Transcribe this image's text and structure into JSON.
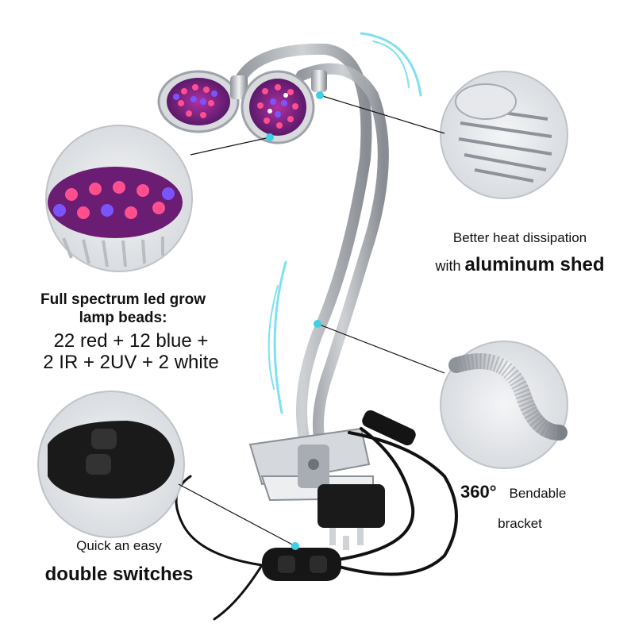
{
  "image": {
    "subject": "Dual-head LED grow lamp on gooseneck arms with clip mount and inline switch",
    "colors": {
      "background": "#ffffff",
      "accent_cyan": "#3fd0e6",
      "led_red": "#ff2f7a",
      "led_blue": "#6a3cff",
      "metal": "#c9ccd1",
      "cable": "#111111"
    }
  },
  "callouts": {
    "heat": {
      "line1": "Better heat dissipation",
      "line2_prefix": "with ",
      "line2_bold": "aluminum shed"
    },
    "beads": {
      "title_line1": "Full spectrum led grow",
      "title_line2": "lamp beads:",
      "line3": "22 red + 12 blue +",
      "line4": "2 IR + 2UV + 2 white"
    },
    "bracket": {
      "angle": "360°",
      "word1": "Bendable",
      "word2": "bracket"
    },
    "switch": {
      "line1": "Quick an easy",
      "line2": "double switches"
    }
  }
}
